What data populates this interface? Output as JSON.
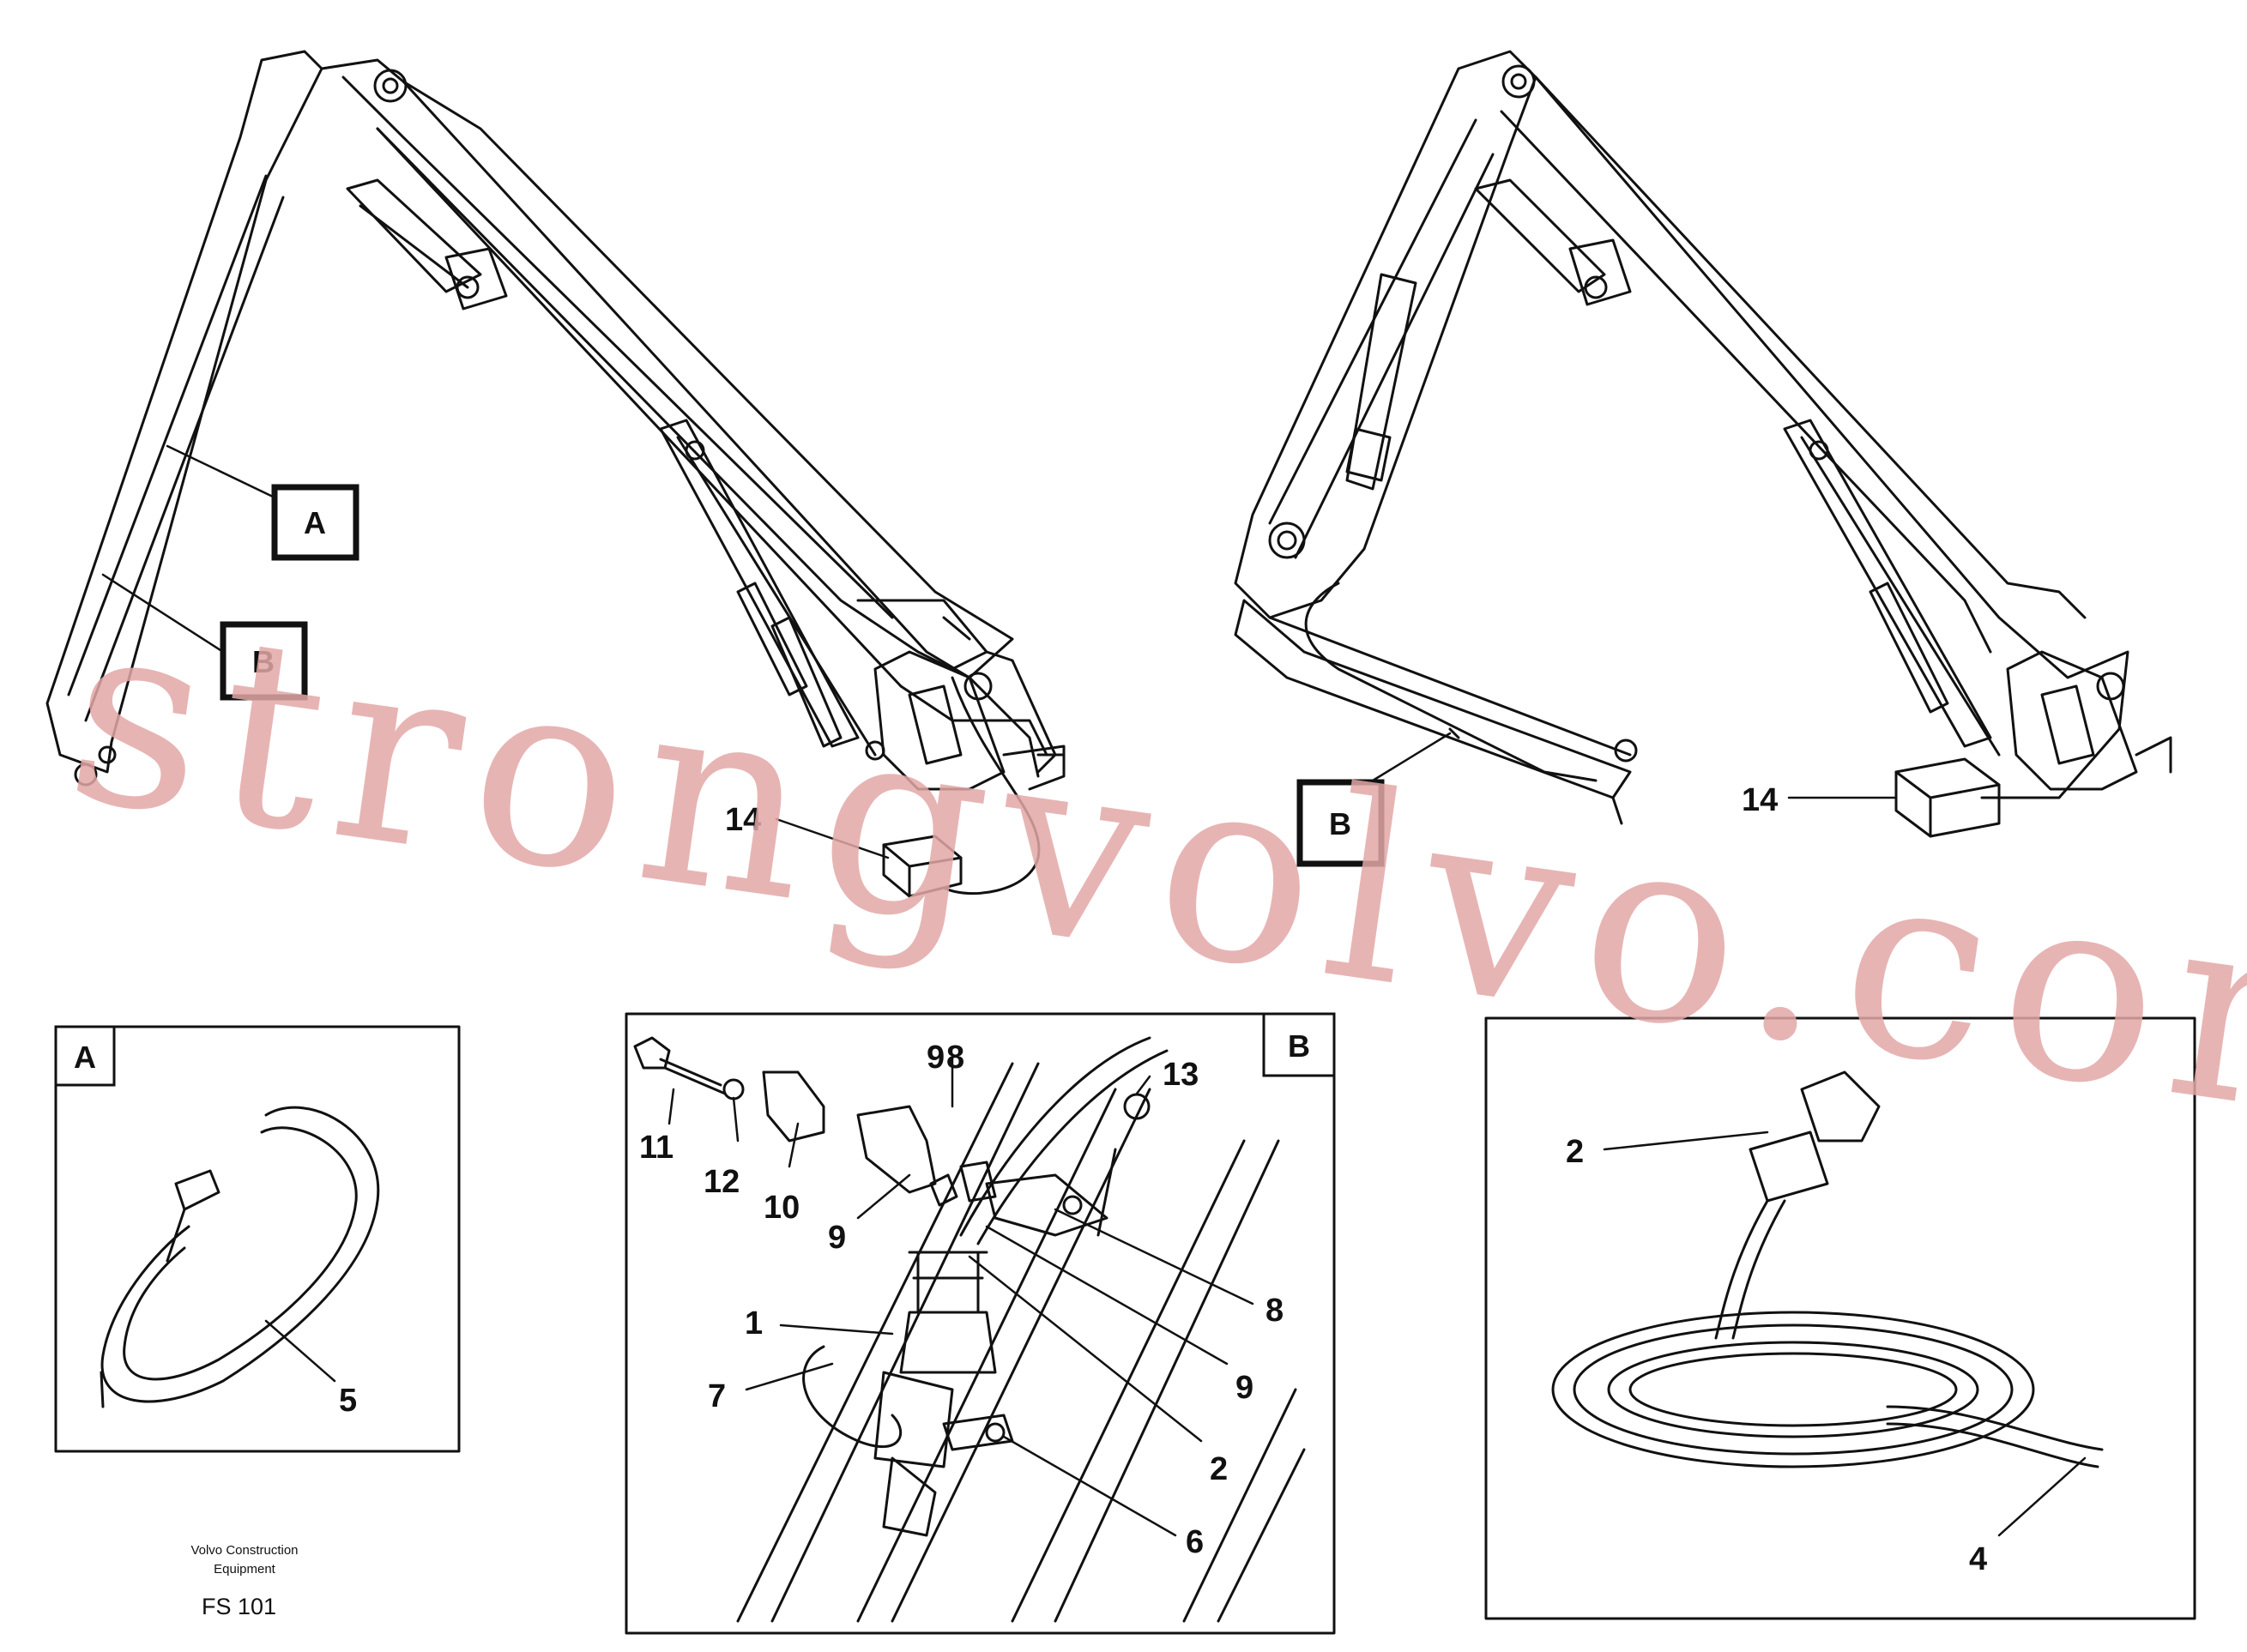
{
  "title": "",
  "detail_boxes": {
    "A": "A",
    "B": "B"
  },
  "callouts": {
    "A": "A",
    "B": "B"
  },
  "part_numbers": [
    "1",
    "2",
    "4",
    "5",
    "6",
    "7",
    "8",
    "9",
    "9",
    "10",
    "11",
    "12",
    "13",
    "14",
    "14",
    "9",
    "8"
  ],
  "labels": {
    "p1": "1",
    "p2": "2",
    "p3": "2",
    "p4": "4",
    "p5": "5",
    "p6": "6",
    "p7": "7",
    "p8": "8",
    "p9a": "9",
    "p9b": "9",
    "p9c": "9",
    "p8b": "8",
    "p10": "10",
    "p11": "11",
    "p12": "12",
    "p13": "13",
    "p14a": "14",
    "p14b": "14"
  },
  "footer": {
    "line1": "Volvo Construction",
    "line2": "Equipment",
    "code": "FS 101"
  },
  "watermark": "strongvolvo.com"
}
